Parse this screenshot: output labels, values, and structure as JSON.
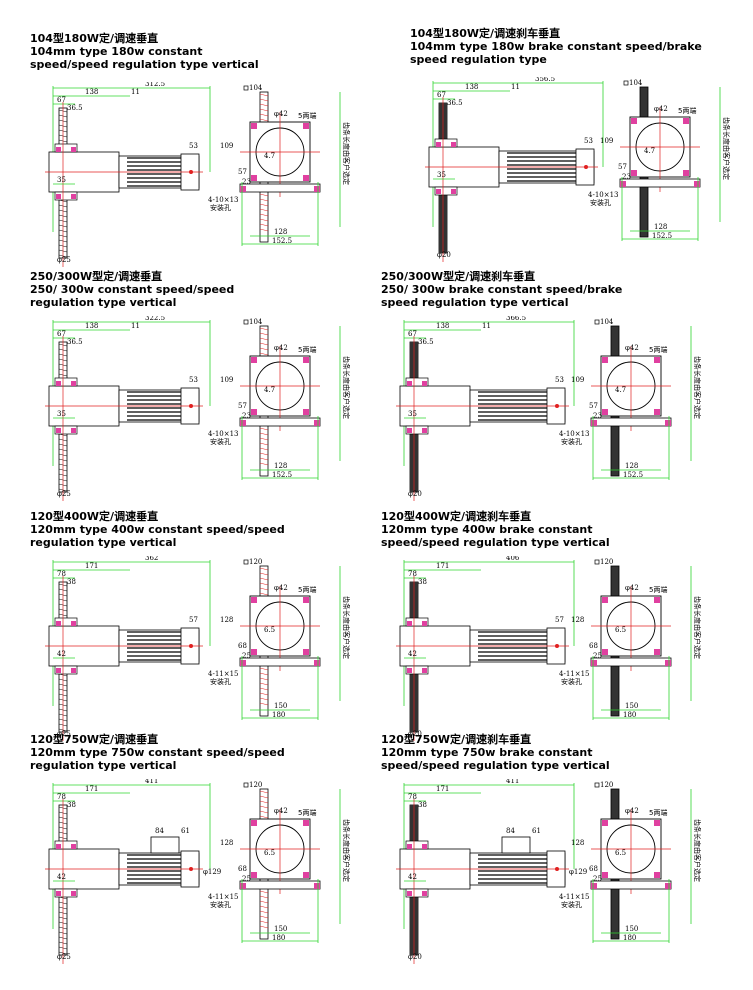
{
  "diagrams": [
    {
      "title_cn": "104型180W定/调速垂直",
      "title_en": "104mm type 180w constant speed/speed regulation type vertical",
      "dims": {
        "total_len": "312.5",
        "d138": "138",
        "d11": "11",
        "d67": "67",
        "d36": "36.5",
        "d53": "53",
        "d35": "35",
        "d109": "109",
        "d23": "23",
        "d57": "57",
        "d25": "φ25",
        "sq": "104",
        "phi": "φ42",
        "ends": "5两端",
        "pcd": "4.7",
        "d128": "128",
        "d152": "152.5",
        "holes": "4-10×13",
        "mount": "安装孔",
        "note": "齿条长度由客户选定"
      }
    },
    {
      "title_cn": "104型180W定/调速刹车垂直",
      "title_en": "104mm type 180w brake constant speed/brake speed regulation type",
      "dims": {
        "total_len": "356.5",
        "d138": "138",
        "d11": "11",
        "d67": "67",
        "d36": "36.5",
        "d53": "53",
        "d35": "35",
        "d109": "109",
        "d23": "23",
        "d57": "57",
        "d25": "φ20",
        "sq": "104",
        "phi": "φ42",
        "ends": "5两端",
        "pcd": "4.7",
        "d128": "128",
        "d152": "152.5",
        "holes": "4-10×13",
        "mount": "安装孔",
        "note": "齿条长度由客户选定"
      }
    },
    {
      "title_cn": "250/300W型定/调速垂直",
      "title_en": "250/ 300w constant speed/speed regulation type vertical",
      "dims": {
        "total_len": "322.5",
        "d138": "138",
        "d11": "11",
        "d67": "67",
        "d36": "36.5",
        "d53": "53",
        "d35": "35",
        "d109": "109",
        "d23": "23",
        "d57": "57",
        "d25": "φ25",
        "sq": "104",
        "phi": "φ42",
        "ends": "5两端",
        "pcd": "4.7",
        "d128": "128",
        "d152": "152.5",
        "holes": "4-10×13",
        "mount": "安装孔",
        "note": "齿条长度由客户选定"
      }
    },
    {
      "title_cn": "250/300W型定/调速刹车垂直",
      "title_en": "250/ 300w brake constant speed/brake speed regulation type vertical",
      "dims": {
        "total_len": "366.5",
        "d138": "138",
        "d11": "11",
        "d67": "67",
        "d36": "36.5",
        "d53": "53",
        "d35": "35",
        "d109": "109",
        "d23": "23",
        "d57": "57",
        "d25": "φ20",
        "sq": "104",
        "phi": "φ42",
        "ends": "5两端",
        "pcd": "4.7",
        "d128": "128",
        "d152": "152.5",
        "holes": "4-10×13",
        "mount": "安装孔",
        "note": "齿条长度由客户选定"
      }
    },
    {
      "title_cn": "120型400W定/调速垂直",
      "title_en": "120mm type 400w constant speed/speed regulation type vertical",
      "dims": {
        "total_len": "362",
        "d138": "171",
        "d11": "",
        "d67": "78",
        "d36": "38",
        "d53": "57",
        "d35": "42",
        "d109": "128",
        "d23": "25",
        "d57": "68",
        "d25": "φ25",
        "sq": "120",
        "phi": "φ42",
        "ends": "5两端",
        "pcd": "6.5",
        "d128": "150",
        "d152": "180",
        "holes": "4-11×15",
        "mount": "安装孔",
        "note": "齿条长度由客户选定"
      }
    },
    {
      "title_cn": "120型400W定/调速刹车垂直",
      "title_en": "120mm type 400w brake constant speed/speed regulation type vertical",
      "dims": {
        "total_len": "406",
        "d138": "171",
        "d11": "",
        "d67": "78",
        "d36": "38",
        "d53": "57",
        "d35": "42",
        "d109": "128",
        "d23": "25",
        "d57": "68",
        "d25": "φ20",
        "sq": "120",
        "phi": "φ42",
        "ends": "5两端",
        "pcd": "6.5",
        "d128": "150",
        "d152": "180",
        "holes": "4-11×15",
        "mount": "安装孔",
        "note": "齿条长度由客户选定"
      }
    },
    {
      "title_cn": "120型750W定/调速垂直",
      "title_en": "120mm type 750w constant speed/speed regulation type vertical",
      "dims": {
        "total_len": "411",
        "d138": "171",
        "d11": "",
        "d67": "78",
        "d36": "38",
        "d53": "61",
        "d84": "84",
        "d35": "42",
        "d109": "128",
        "d129": "φ129",
        "d23": "25",
        "d57": "68",
        "d25": "φ25",
        "sq": "120",
        "phi": "φ42",
        "ends": "5两端",
        "pcd": "6.5",
        "d128": "150",
        "d152": "180",
        "holes": "4-11×15",
        "mount": "安装孔",
        "note": "齿条长度由客户选定"
      }
    },
    {
      "title_cn": "120型750W定/调速刹车垂直",
      "title_en": "120mm type 750w brake constant speed/speed regulation type vertical",
      "dims": {
        "total_len": "411",
        "d138": "171",
        "d11": "",
        "d67": "78",
        "d36": "38",
        "d53": "61",
        "d84": "84",
        "d35": "42",
        "d109": "128",
        "d129": "φ129",
        "d23": "25",
        "d57": "68",
        "d25": "φ20",
        "sq": "120",
        "phi": "φ42",
        "ends": "5两端",
        "pcd": "6.5",
        "d128": "150",
        "d152": "180",
        "holes": "4-11×15",
        "mount": "安装孔",
        "note": "齿条长度由客户选定"
      }
    }
  ]
}
